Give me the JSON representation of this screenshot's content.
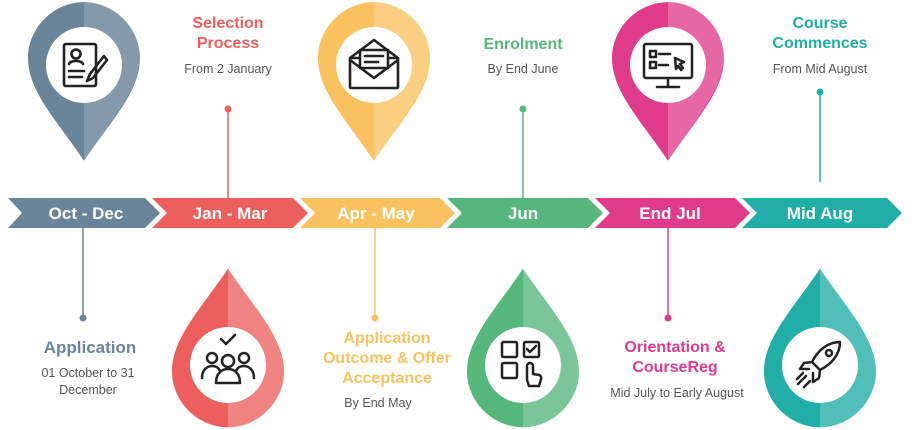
{
  "colors": {
    "slate": "#6A8499",
    "red": "#EC5F5C",
    "yellow": "#F9C25E",
    "green": "#55B77B",
    "pink": "#E03B8B",
    "teal": "#20AEA6",
    "text_gray": "#555555"
  },
  "stages": [
    {
      "period": "Oct - Dec",
      "title": "Application",
      "date": "01 October to 31 December",
      "icon": "resume-icon"
    },
    {
      "period": "Jan - Mar",
      "title": "Selection Process",
      "date": "From 2 January",
      "icon": "group-icon"
    },
    {
      "period": "Apr - May",
      "title": "Application Outcome & Offer Acceptance",
      "date": "By End May",
      "icon": "envelope-icon"
    },
    {
      "period": "Jun",
      "title": "Enrolment",
      "date": "By End June",
      "icon": "select-grid-icon"
    },
    {
      "period": "End Jul",
      "title": "Orientation & CourseReg",
      "date": "Mid July to Early August",
      "icon": "monitor-icon"
    },
    {
      "period": "Mid Aug",
      "title": "Course Commences",
      "date": "From Mid August",
      "icon": "rocket-icon"
    }
  ]
}
